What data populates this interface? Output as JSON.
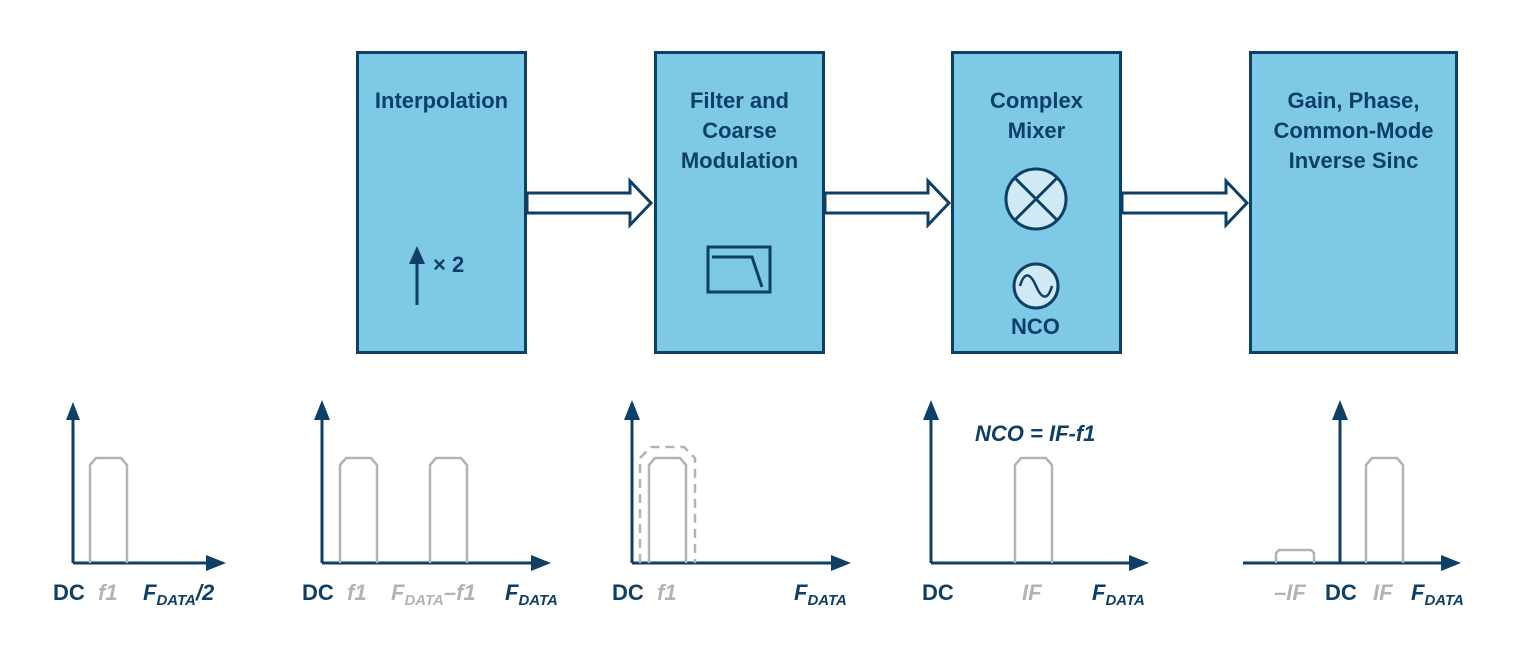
{
  "blocks": [
    {
      "title_lines": [
        "Interpolation"
      ],
      "extra_label": "× 2"
    },
    {
      "title_lines": [
        "Filter and",
        "Coarse",
        "Modulation"
      ]
    },
    {
      "title_lines": [
        "Complex",
        "Mixer"
      ],
      "extra_label": "NCO"
    },
    {
      "title_lines": [
        "Gain, Phase,",
        "Common-Mode",
        "Inverse Sinc"
      ]
    }
  ],
  "spectra": [
    {
      "labels": {
        "dc": "DC",
        "f1": "f1",
        "fdata": "F",
        "fdata_sub": "DATA",
        "fdata_suffix": "/2"
      }
    },
    {
      "labels": {
        "dc": "DC",
        "f1": "f1",
        "image": "F",
        "image_sub": "DATA",
        "image_suffix": "–f1",
        "fdata": "F",
        "fdata_sub": "DATA"
      }
    },
    {
      "labels": {
        "dc": "DC",
        "f1": "f1",
        "fdata": "F",
        "fdata_sub": "DATA"
      }
    },
    {
      "annotation": "NCO = IF-f1",
      "labels": {
        "dc": "DC",
        "if": "IF",
        "fdata": "F",
        "fdata_sub": "DATA"
      }
    },
    {
      "labels": {
        "neg_if": "–IF",
        "dc": "DC",
        "if": "IF",
        "fdata": "F",
        "fdata_sub": "DATA"
      }
    }
  ],
  "colors": {
    "block_fill": "#7ecae6",
    "dark_blue": "#0e3f66",
    "grey": "#b3b3b3"
  },
  "icons": [
    "up-arrow-icon",
    "lowpass-filter-icon",
    "multiplier-icon",
    "sine-wave-icon"
  ]
}
